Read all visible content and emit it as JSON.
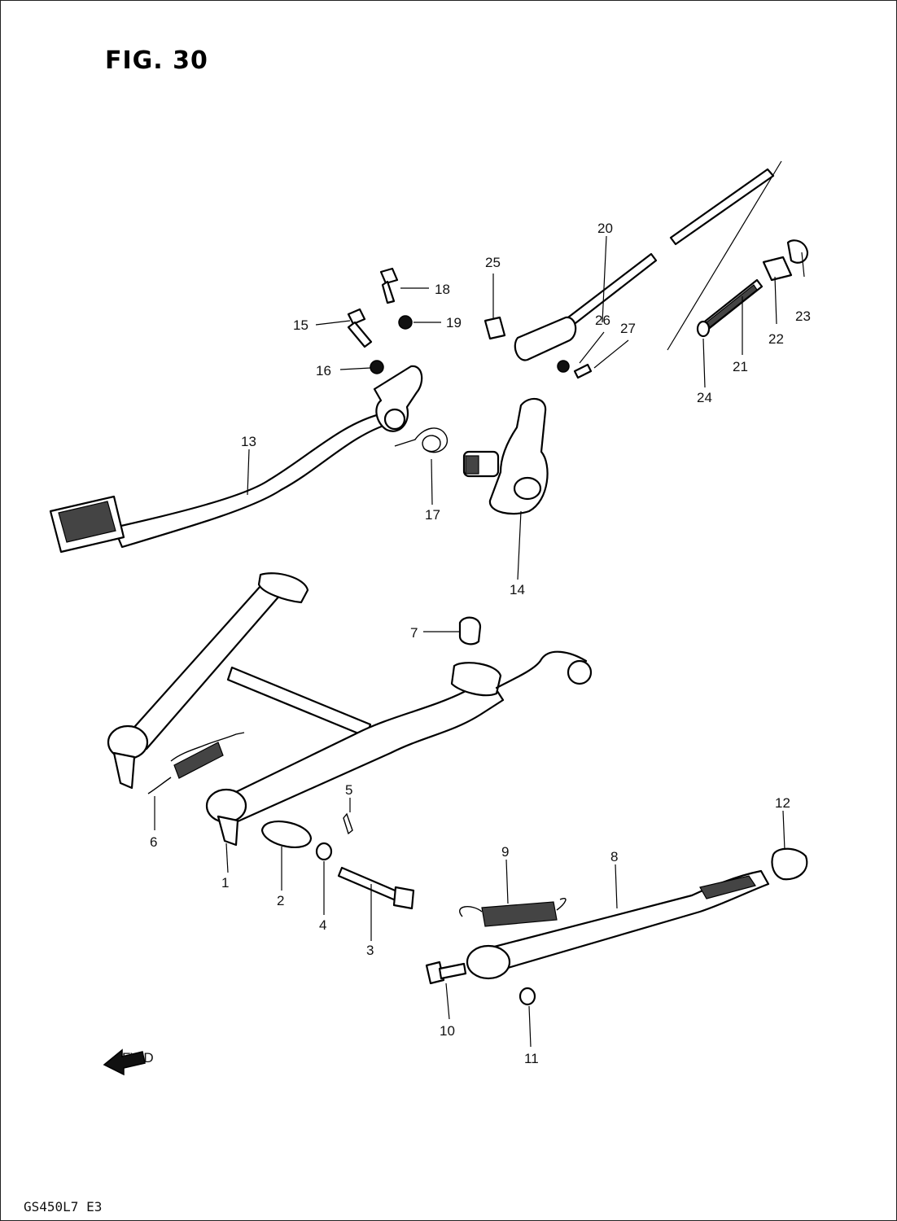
{
  "figure": {
    "title": "FIG. 30",
    "footer_code": "GS450L7 E3",
    "front_arrow_label": "FWD"
  },
  "callouts": {
    "c1": "1",
    "c2": "2",
    "c3": "3",
    "c4": "4",
    "c5": "5",
    "c6": "6",
    "c7": "7",
    "c8": "8",
    "c9": "9",
    "c10": "10",
    "c11": "11",
    "c12": "12",
    "c13": "13",
    "c14": "14",
    "c15": "15",
    "c16": "16",
    "c17": "17",
    "c18": "18",
    "c19": "19",
    "c20": "20",
    "c21": "21",
    "c22": "22",
    "c23": "23",
    "c24": "24",
    "c25": "25",
    "c26": "26",
    "c27": "27"
  }
}
